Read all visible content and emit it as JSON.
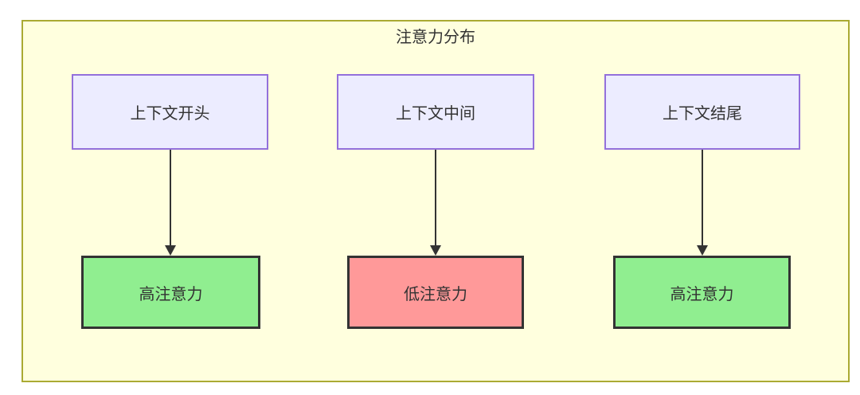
{
  "diagram": {
    "title": "注意力分布",
    "type": "flowchart",
    "columns": [
      {
        "source": "上下文开头",
        "target": "高注意力",
        "target_level": "high",
        "target_fill": "#90ee90"
      },
      {
        "source": "上下文中间",
        "target": "低注意力",
        "target_level": "low",
        "target_fill": "#ff9999"
      },
      {
        "source": "上下文结尾",
        "target": "高注意力",
        "target_level": "high",
        "target_fill": "#90ee90"
      }
    ],
    "edges": [
      {
        "from": "上下文开头",
        "to": "高注意力"
      },
      {
        "from": "上下文中间",
        "to": "低注意力"
      },
      {
        "from": "上下文结尾",
        "to": "高注意力"
      }
    ],
    "colors": {
      "container_fill": "#ffffde",
      "container_border": "#aaaa33",
      "source_fill": "#ececff",
      "source_border": "#9370db",
      "high_attention_fill": "#90ee90",
      "low_attention_fill": "#ff9999",
      "target_border": "#333333",
      "arrow": "#333333",
      "text": "#333333"
    }
  }
}
